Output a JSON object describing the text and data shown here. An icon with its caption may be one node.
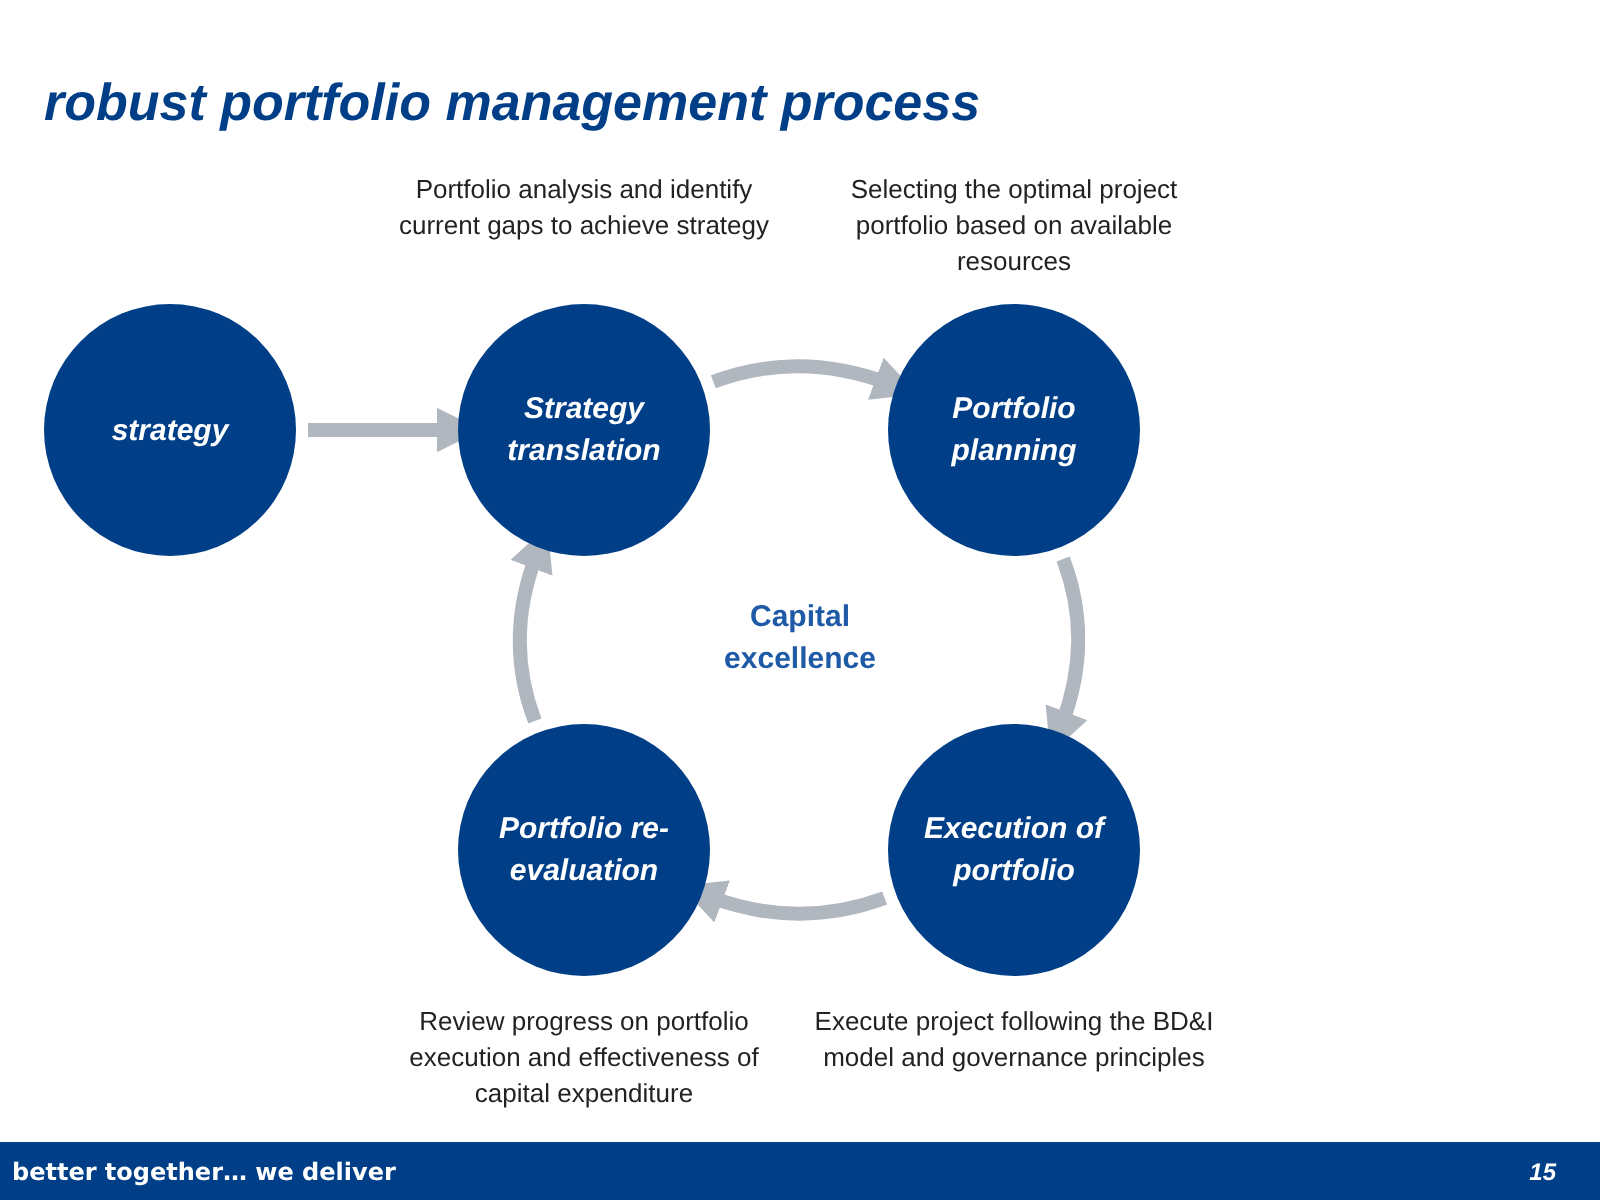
{
  "diagram": {
    "title": "robust portfolio management process",
    "nodes": [
      {
        "text": [
          "strategy"
        ]
      },
      {
        "text": [
          "Strategy translation"
        ],
        "beside": [
          "Portfolio analysis and identify current gaps to achieve strategy"
        ]
      },
      {
        "text": [
          "Portfolio planning"
        ],
        "beside": [
          "Selecting the optimal project portfolio based on available resources"
        ]
      },
      {
        "text": [
          "Portfolio re-evaluation"
        ],
        "beside": [
          "Review progress on portfolio execution and effectiveness of capital expenditure"
        ]
      },
      {
        "text": [
          "Execution of portfolio"
        ],
        "beside": [
          "Execute project following the BD&I model and governance principles"
        ]
      }
    ],
    "edges": [
      {
        "from": 0,
        "to": 1,
        "arrow": "to"
      },
      {
        "from": 1,
        "to": 2,
        "arrow": "to"
      },
      {
        "from": 2,
        "to": 4,
        "arrow": "to"
      },
      {
        "from": 4,
        "to": 3,
        "arrow": "to"
      },
      {
        "from": 3,
        "to": 1,
        "arrow": "to"
      }
    ],
    "labels": [
      "Capital excellence",
      "better together… we deliver",
      "15"
    ]
  }
}
